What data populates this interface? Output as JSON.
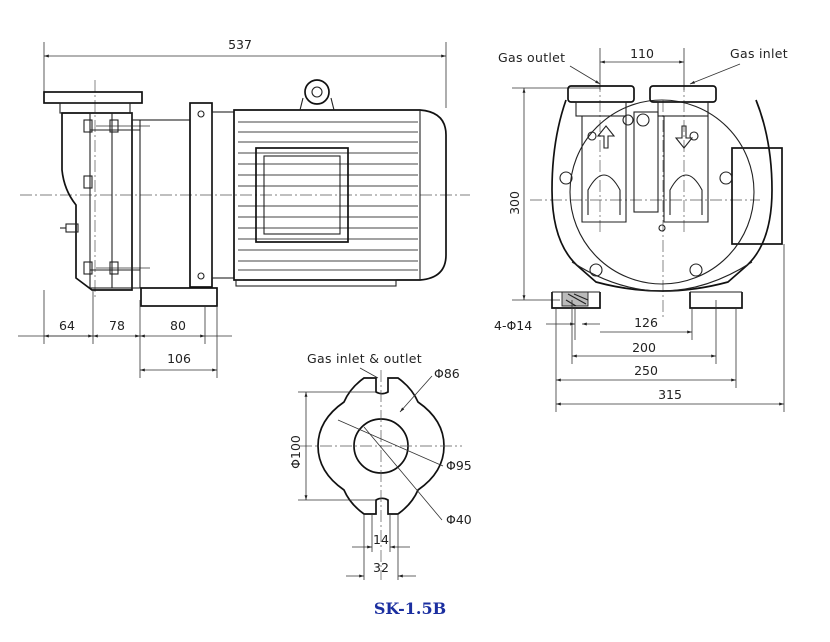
{
  "title": "SK-1.5B",
  "labels": {
    "gas_outlet": "Gas outlet",
    "gas_inlet": "Gas inlet",
    "gas_inlet_outlet": "Gas inlet & outlet"
  },
  "dimensions": {
    "overall_length": "537",
    "d64": "64",
    "d78": "78",
    "d80": "80",
    "d106": "106",
    "d110": "110",
    "d300": "300",
    "bolt_holes": "4-Φ14",
    "d126": "126",
    "d200": "200",
    "d250": "250",
    "d315": "315",
    "phi86": "Φ86",
    "phi95": "Φ95",
    "phi40": "Φ40",
    "phi100": "Φ100",
    "d14": "14",
    "d32": "32"
  }
}
